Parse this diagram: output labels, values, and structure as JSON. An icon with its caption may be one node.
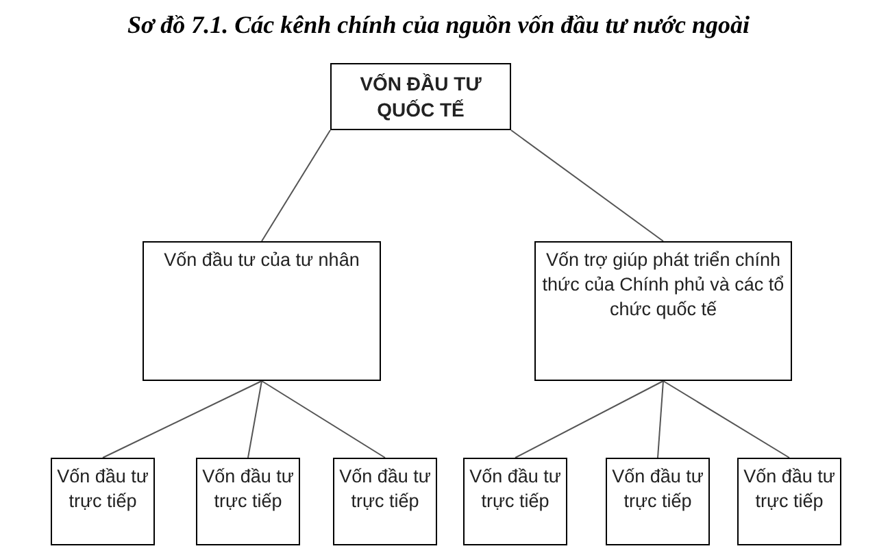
{
  "diagram": {
    "title": "Sơ đồ 7.1. Các kênh chính của nguồn vốn đầu tư nước ngoài",
    "nodes": [
      {
        "text": [
          "VỐN ĐẦU TƯ QUỐC TẾ"
        ]
      },
      {
        "text": [
          "Vốn đầu tư của tư nhân"
        ]
      },
      {
        "text": [
          "Vốn trợ giúp phát triển chính thức của Chính phủ và các tổ chức quốc tế"
        ]
      },
      {
        "text": [
          "Vốn đầu tư trực tiếp"
        ]
      },
      {
        "text": [
          "Vốn đầu tư trực tiếp"
        ]
      },
      {
        "text": [
          "Vốn đầu tư trực tiếp"
        ]
      },
      {
        "text": [
          "Vốn đầu tư trực tiếp"
        ]
      },
      {
        "text": [
          "Vốn đầu tư trực tiếp"
        ]
      },
      {
        "text": [
          "Vốn đầu tư trực tiếp"
        ]
      }
    ],
    "edges": [
      {
        "from": 0,
        "to": 1,
        "arrow": "none"
      },
      {
        "from": 0,
        "to": 2,
        "arrow": "none"
      },
      {
        "from": 1,
        "to": 3,
        "arrow": "none"
      },
      {
        "from": 1,
        "to": 4,
        "arrow": "none"
      },
      {
        "from": 1,
        "to": 5,
        "arrow": "none"
      },
      {
        "from": 2,
        "to": 6,
        "arrow": "none"
      },
      {
        "from": 2,
        "to": 7,
        "arrow": "none"
      },
      {
        "from": 2,
        "to": 8,
        "arrow": "none"
      }
    ]
  }
}
